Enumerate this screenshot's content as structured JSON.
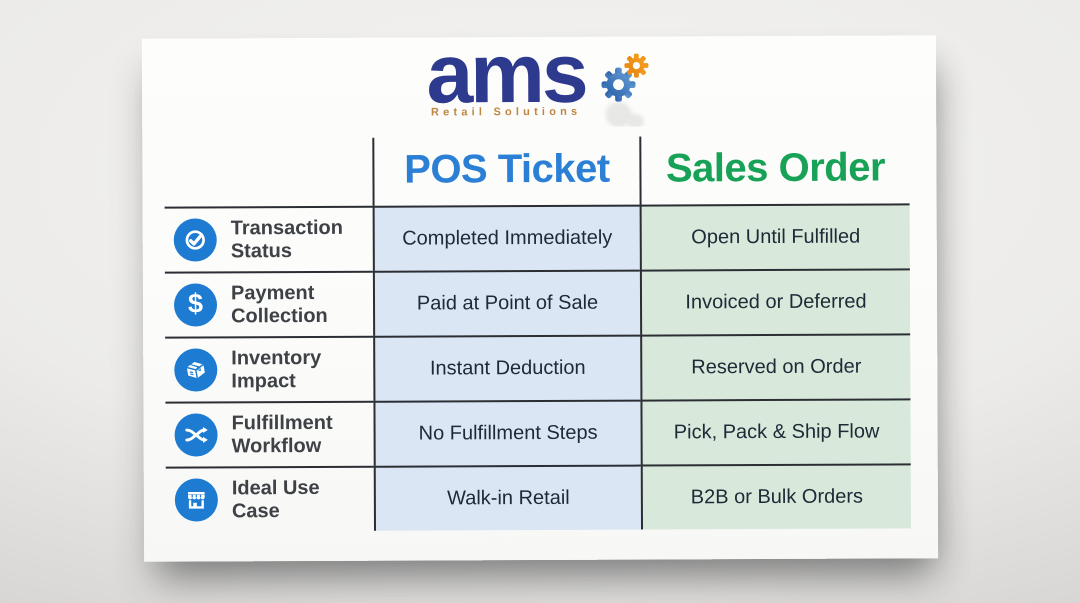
{
  "brand": {
    "name": "ams",
    "tagline": "Retail Solutions",
    "colors": {
      "logo_navy": "#2d3a8e",
      "tagline_tan": "#bf8544",
      "gear_blue": "#4a86c6",
      "gear_orange": "#f18b1f"
    }
  },
  "table": {
    "columns": [
      {
        "label": "POS Ticket",
        "header_color": "#2b80d6",
        "cell_bg": "#dbe6f5"
      },
      {
        "label": "Sales Order",
        "header_color": "#18a257",
        "cell_bg": "#d8e9dc"
      }
    ],
    "rows": [
      {
        "icon": "check-circle-icon",
        "label_lines": [
          "Transaction",
          "Status"
        ],
        "pos_value": "Completed Immediately",
        "sales_value": "Open Until Fulfilled"
      },
      {
        "icon": "dollar-icon",
        "label_lines": [
          "Payment",
          "Collection"
        ],
        "pos_value": "Paid at Point of Sale",
        "sales_value": "Invoiced or Deferred"
      },
      {
        "icon": "package-icon",
        "label_lines": [
          "Inventory",
          "Impact"
        ],
        "pos_value": "Instant Deduction",
        "sales_value": "Reserved on Order"
      },
      {
        "icon": "shuffle-icon",
        "label_lines": [
          "Fulfillment",
          "Workflow"
        ],
        "pos_value": "No Fulfillment Steps",
        "sales_value": "Pick, Pack & Ship Flow"
      },
      {
        "icon": "storefront-icon",
        "label_lines": [
          "Ideal Use",
          "Case"
        ],
        "pos_value": "Walk-in Retail",
        "sales_value": "B2B or Bulk Orders"
      }
    ],
    "accent": {
      "icon_circle_blue": "#1e7bd2",
      "grid_line": "#2b2e33",
      "row_label_gray": "#3e4246",
      "cell_text": "#202a36"
    }
  }
}
